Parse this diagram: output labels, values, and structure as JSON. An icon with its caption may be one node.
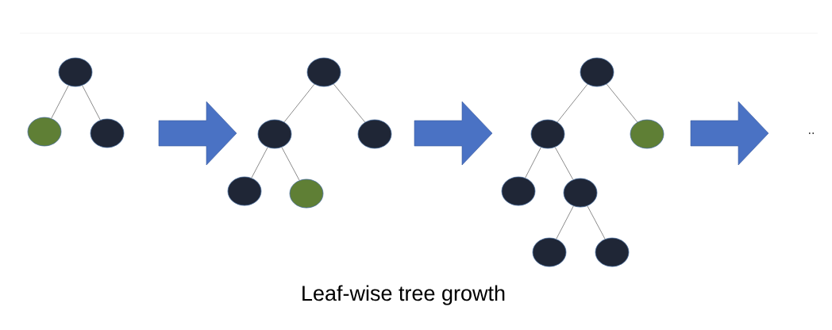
{
  "diagram": {
    "caption": "Leaf-wise tree growth",
    "nodes": [
      {
        "text": [],
        "shape": "circle"
      },
      {
        "text": [],
        "shape": "circle"
      },
      {
        "text": [],
        "shape": "circle"
      },
      {
        "text": [],
        "shape": "circle"
      },
      {
        "text": [],
        "shape": "circle"
      },
      {
        "text": [],
        "shape": "circle"
      },
      {
        "text": [],
        "shape": "circle"
      },
      {
        "text": [],
        "shape": "circle"
      },
      {
        "text": [],
        "shape": "circle"
      },
      {
        "text": [],
        "shape": "circle"
      },
      {
        "text": [],
        "shape": "circle"
      },
      {
        "text": [],
        "shape": "circle"
      },
      {
        "text": [],
        "shape": "circle"
      },
      {
        "text": [],
        "shape": "circle"
      },
      {
        "text": [],
        "shape": "circle"
      }
    ],
    "edges": [
      {
        "from": 0,
        "to": 1,
        "arrow": "none"
      },
      {
        "from": 0,
        "to": 2,
        "arrow": "none"
      },
      {
        "from": 3,
        "to": 4,
        "arrow": "none"
      },
      {
        "from": 3,
        "to": 5,
        "arrow": "none"
      },
      {
        "from": 4,
        "to": 6,
        "arrow": "none"
      },
      {
        "from": 4,
        "to": 7,
        "arrow": "none"
      },
      {
        "from": 8,
        "to": 9,
        "arrow": "none"
      },
      {
        "from": 8,
        "to": 10,
        "arrow": "none"
      },
      {
        "from": 9,
        "to": 11,
        "arrow": "none"
      },
      {
        "from": 9,
        "to": 12,
        "arrow": "none"
      },
      {
        "from": 12,
        "to": 13,
        "arrow": "none"
      },
      {
        "from": 12,
        "to": 14,
        "arrow": "none"
      }
    ],
    "labels": [
      ".."
    ]
  }
}
